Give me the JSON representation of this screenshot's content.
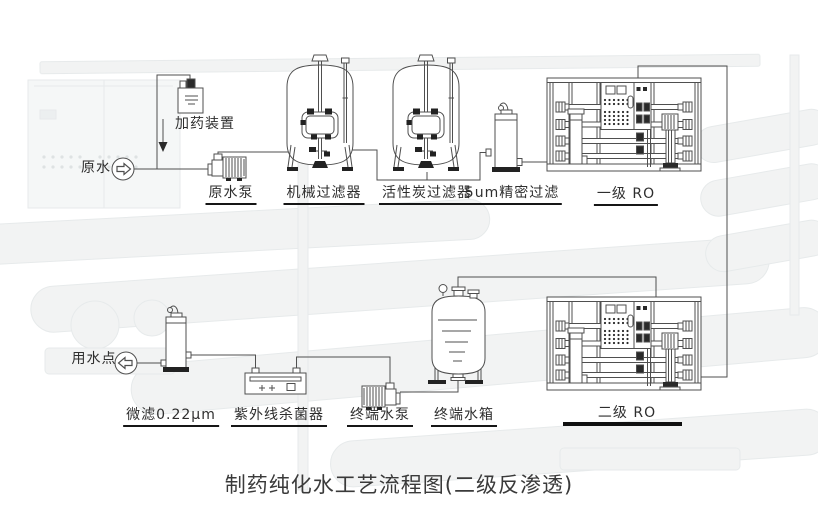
{
  "title": "制药纯化水工艺流程图(二级反渗透)",
  "colors": {
    "line": "#4f4f4f",
    "dark_marks": "#222222",
    "text": "#2e2e2e",
    "underline": "#161616",
    "background": "#ffffff",
    "photo_wash": "#e7eaea"
  },
  "top_row": {
    "source_label": "原水",
    "dosing_label": "加药装置",
    "raw_pump_label": "原水泵",
    "mech_filter_label": "机械过滤器",
    "carbon_filter_label": "活性炭过滤器",
    "precision_filter_label": "5um精密过滤",
    "ro1_label": "一级 RO"
  },
  "bottom_row": {
    "use_point_label": "用水点",
    "microfilter_label": "微滤0.22μm",
    "uv_label": "紫外线杀菌器",
    "terminal_pump_label": "终端水泵",
    "terminal_tank_label": "终端水箱",
    "ro2_label": "二级 RO"
  },
  "icons": {
    "source_flow": "circle-arrow-right",
    "use_point_flow": "circle-arrow-left",
    "dosing_flow": "arrow-down"
  }
}
